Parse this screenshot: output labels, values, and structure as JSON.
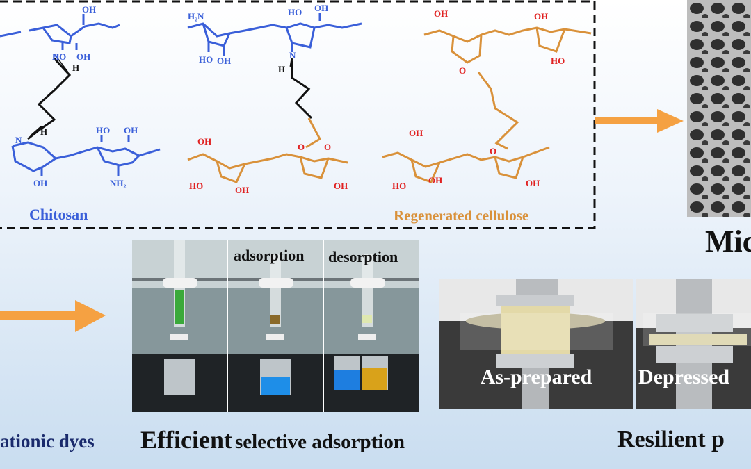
{
  "scheme": {
    "chitosan_label": "Chitosan",
    "cellulose_label": "Regenerated cellulose",
    "groups": {
      "oh": "OH",
      "ho": "HO",
      "nh2": "NH₂",
      "h2n": "H₂N",
      "n": "N",
      "h": "H",
      "o": "O"
    }
  },
  "micro_label": "Mic",
  "column_photos": {
    "adsorption_label": "adsorption",
    "desorption_label": "desorption"
  },
  "compression_photos": {
    "as_prepared_label": "As-prepared",
    "depressed_label": "Depressed"
  },
  "captions": {
    "cationic_dyes": "ationic dyes",
    "efficient_big": "Efficient",
    "efficient_rest": "selective adsorption",
    "resilient": "Resilient p"
  },
  "colors": {
    "chitosan_blue": "#3a5fd9",
    "cellulose_orange": "#d9913a",
    "oxygen_red": "#e02020",
    "arrow_orange": "#f5a142",
    "dark_navy": "#1a2a6c"
  }
}
